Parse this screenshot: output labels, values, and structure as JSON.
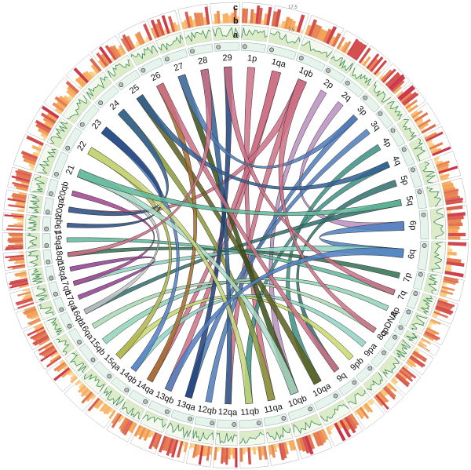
{
  "tracks": [
    {
      "letter": "a",
      "kind": "ideogram"
    },
    {
      "letter": "b",
      "kind": "line-plot"
    },
    {
      "letter": "c",
      "kind": "heat-histogram"
    }
  ],
  "scale_labels": [
    "17.5",
    "7.5"
  ],
  "chromosomes": [
    {
      "label": "1p",
      "size": 2.2
    },
    {
      "label": "1qa",
      "size": 2.6
    },
    {
      "label": "1qb",
      "size": 2.6
    },
    {
      "label": "2p",
      "size": 1.9
    },
    {
      "label": "2q",
      "size": 1.9
    },
    {
      "label": "3p",
      "size": 1.8
    },
    {
      "label": "3q",
      "size": 1.7
    },
    {
      "label": "4p",
      "size": 1.8
    },
    {
      "label": "4q",
      "size": 1.8
    },
    {
      "label": "5p",
      "size": 1.9
    },
    {
      "label": "5q",
      "size": 1.8
    },
    {
      "label": "6p",
      "size": 2.6
    },
    {
      "label": "6q",
      "size": 2.6
    },
    {
      "label": "7p",
      "size": 1.6
    },
    {
      "label": "7q",
      "size": 1.6
    },
    {
      "label": "8p",
      "size": 1.5
    },
    {
      "label": "cpDNA",
      "size": 0.7
    },
    {
      "label": "8q",
      "size": 1.5
    },
    {
      "label": "9pa",
      "size": 1.7
    },
    {
      "label": "9pb",
      "size": 1.7
    },
    {
      "label": "9q",
      "size": 1.8
    },
    {
      "label": "10qa",
      "size": 2.4
    },
    {
      "label": "10qb",
      "size": 2.4
    },
    {
      "label": "11qa",
      "size": 2.1
    },
    {
      "label": "11qb",
      "size": 2.1
    },
    {
      "label": "12qa",
      "size": 1.8
    },
    {
      "label": "12qb",
      "size": 1.8
    },
    {
      "label": "13qa",
      "size": 2.0
    },
    {
      "label": "13qb",
      "size": 2.0
    },
    {
      "label": "14qa",
      "size": 1.8
    },
    {
      "label": "14qb",
      "size": 1.8
    },
    {
      "label": "15qa",
      "size": 1.9
    },
    {
      "label": "15qb",
      "size": 1.9
    },
    {
      "label": "16qa",
      "size": 1.5
    },
    {
      "label": "16qb",
      "size": 1.5
    },
    {
      "label": "17qa",
      "size": 1.3
    },
    {
      "label": "17qb",
      "size": 1.3
    },
    {
      "label": "18qa",
      "size": 1.3
    },
    {
      "label": "18qb",
      "size": 1.3
    },
    {
      "label": "19qa",
      "size": 1.3
    },
    {
      "label": "19qb",
      "size": 1.3
    },
    {
      "label": "20qa",
      "size": 1.5
    },
    {
      "label": "20qb",
      "size": 1.5
    },
    {
      "label": "21",
      "size": 2.4
    },
    {
      "label": "22",
      "size": 2.3
    },
    {
      "label": "23",
      "size": 2.4
    },
    {
      "label": "24",
      "size": 2.3
    },
    {
      "label": "25",
      "size": 2.2
    },
    {
      "label": "26",
      "size": 2.2
    },
    {
      "label": "27",
      "size": 2.2
    },
    {
      "label": "28",
      "size": 2.2
    },
    {
      "label": "29",
      "size": 2.2
    }
  ],
  "links": [
    {
      "from": "1p",
      "to": "11qa",
      "color": "#cf6f85"
    },
    {
      "from": "1qa",
      "to": "13qb",
      "color": "#cf6f85"
    },
    {
      "from": "1qa",
      "to": "14qa",
      "color": "#cf6f85"
    },
    {
      "from": "1qb",
      "to": "20qa",
      "color": "#cf6f85"
    },
    {
      "from": "1qb",
      "to": "12qa",
      "color": "#cf6f85"
    },
    {
      "from": "2p",
      "to": "10qb",
      "color": "#b98ec0"
    },
    {
      "from": "2q",
      "to": "6p",
      "color": "#b98ec0"
    },
    {
      "from": "3p",
      "to": "12qb",
      "color": "#4e7bb8"
    },
    {
      "from": "3q",
      "to": "13qa",
      "color": "#4e7bb8"
    },
    {
      "from": "4p",
      "to": "10qa",
      "color": "#3b8f83"
    },
    {
      "from": "4q",
      "to": "11qb",
      "color": "#3b8f83"
    },
    {
      "from": "5p",
      "to": "9q",
      "color": "#2f6f6b"
    },
    {
      "from": "5q",
      "to": "16qb",
      "color": "#2f6f6b"
    },
    {
      "from": "6p",
      "to": "6q",
      "color": "#4a7fbf"
    },
    {
      "from": "6q",
      "to": "17qb",
      "color": "#8fd3c4"
    },
    {
      "from": "7p",
      "to": "18qb",
      "color": "#2f6f4f"
    },
    {
      "from": "7q",
      "to": "19qa",
      "color": "#5fb89a"
    },
    {
      "from": "8p",
      "to": "15qb",
      "color": "#8fd3b8"
    },
    {
      "from": "8q",
      "to": "16qa",
      "color": "#a8d9b0"
    },
    {
      "from": "9pa",
      "to": "14qb",
      "color": "#8fd3c4"
    },
    {
      "from": "9pb",
      "to": "15qa",
      "color": "#c8d96a"
    },
    {
      "from": "10qa",
      "to": "25",
      "color": "#5c5e1f"
    },
    {
      "from": "10qb",
      "to": "27",
      "color": "#3b4f16"
    },
    {
      "from": "11qa",
      "to": "24",
      "color": "#8a9a3a"
    },
    {
      "from": "12qa",
      "to": "28",
      "color": "#2f5e93"
    },
    {
      "from": "13qa",
      "to": "29",
      "color": "#1f3f7a"
    },
    {
      "from": "14qa",
      "to": "26",
      "color": "#a56a2b"
    },
    {
      "from": "14qb",
      "to": "23",
      "color": "#4f7fc4"
    },
    {
      "from": "15qa",
      "to": "22",
      "color": "#b0b44a"
    },
    {
      "from": "16qb",
      "to": "21",
      "color": "#c2c7c7"
    },
    {
      "from": "17qa",
      "to": "18qa",
      "color": "#8e3d8f"
    },
    {
      "from": "17qb",
      "to": "20qb",
      "color": "#a2418e"
    },
    {
      "from": "19qb",
      "to": "23",
      "color": "#25477f"
    },
    {
      "from": "20qa",
      "to": "24",
      "color": "#2f5e93"
    },
    {
      "from": "21",
      "to": "10qb",
      "color": "#aadcc9"
    },
    {
      "from": "22",
      "to": "11qb",
      "color": "#c9d77a"
    },
    {
      "from": "26",
      "to": "9q",
      "color": "#cf6f85"
    },
    {
      "from": "29",
      "to": "7q",
      "color": "#cf6f85"
    },
    {
      "from": "27",
      "to": "3p",
      "color": "#4e7bb8"
    },
    {
      "from": "25",
      "to": "4q",
      "color": "#2f5e93"
    },
    {
      "from": "28",
      "to": "18qb",
      "color": "#cf6f85"
    },
    {
      "from": "1qb",
      "to": "8q",
      "color": "#cf6f85"
    },
    {
      "from": "6q",
      "to": "13qb",
      "color": "#4f7fc4"
    },
    {
      "from": "5q",
      "to": "21",
      "color": "#5fb89a"
    }
  ],
  "palette": {
    "band_track": "#e6f4ec",
    "line_fill": "#dcebc8",
    "line_stroke": "#3f8a58",
    "heat_low": "#ffe6a3",
    "heat_mid": "#f5a455",
    "heat_high": "#c9324a"
  }
}
